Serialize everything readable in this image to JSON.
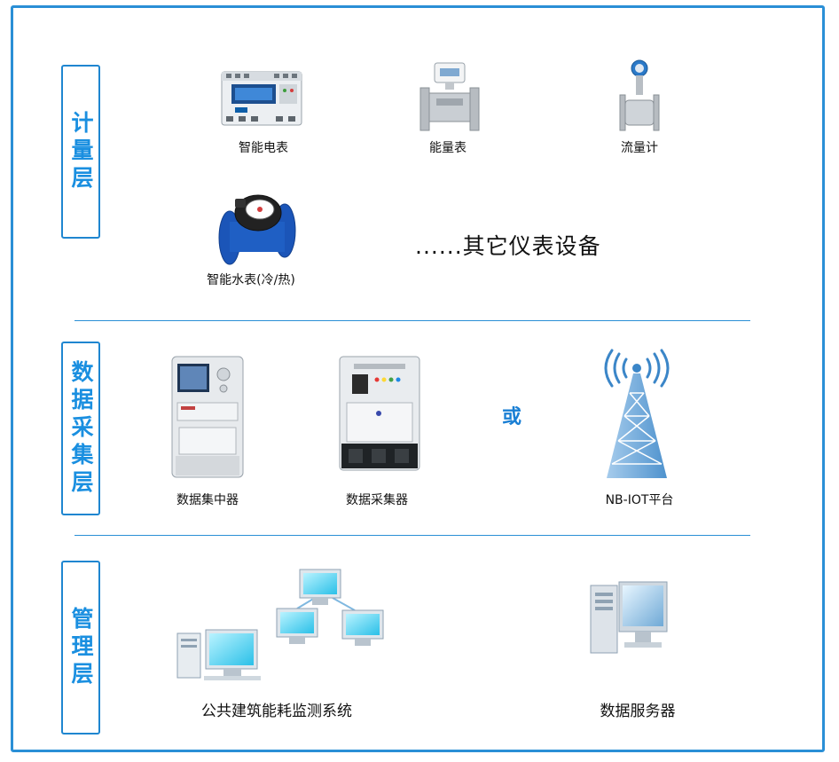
{
  "layers": {
    "metering": "计量层",
    "collection": "数据采集层",
    "management": "管理层"
  },
  "metering": {
    "smart_meter": "智能电表",
    "energy_meter": "能量表",
    "flow_meter": "流量计",
    "water_meter": "智能水表(冷/热)",
    "others": "......其它仪表设备"
  },
  "collection": {
    "concentrator": "数据集中器",
    "collector": "数据采集器",
    "or": "或",
    "nbiot": "NB-IOT平台"
  },
  "management": {
    "system": "公共建筑能耗监测系统",
    "server": "数据服务器"
  },
  "colors": {
    "accent": "#2a8fd6",
    "layer_text": "#1a8fe0"
  }
}
